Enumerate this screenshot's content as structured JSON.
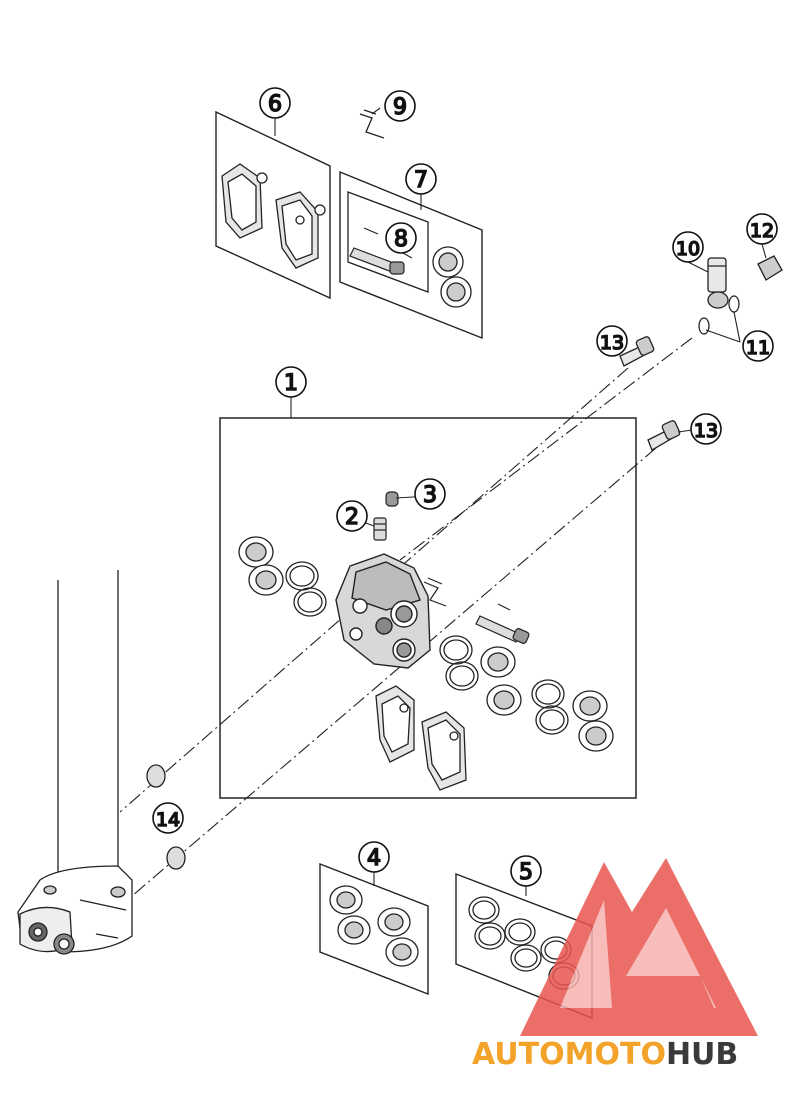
{
  "diagram": {
    "callouts": [
      "1",
      "2",
      "3",
      "4",
      "5",
      "6",
      "7",
      "8",
      "9",
      "10",
      "11",
      "12",
      "13",
      "13",
      "14"
    ]
  },
  "watermark": {
    "part1": "AUTOMOTO",
    "part2": "HUB",
    "color1": "#f3a22a",
    "color2": "#3a3a3a",
    "logo_color": "#e9554f"
  }
}
